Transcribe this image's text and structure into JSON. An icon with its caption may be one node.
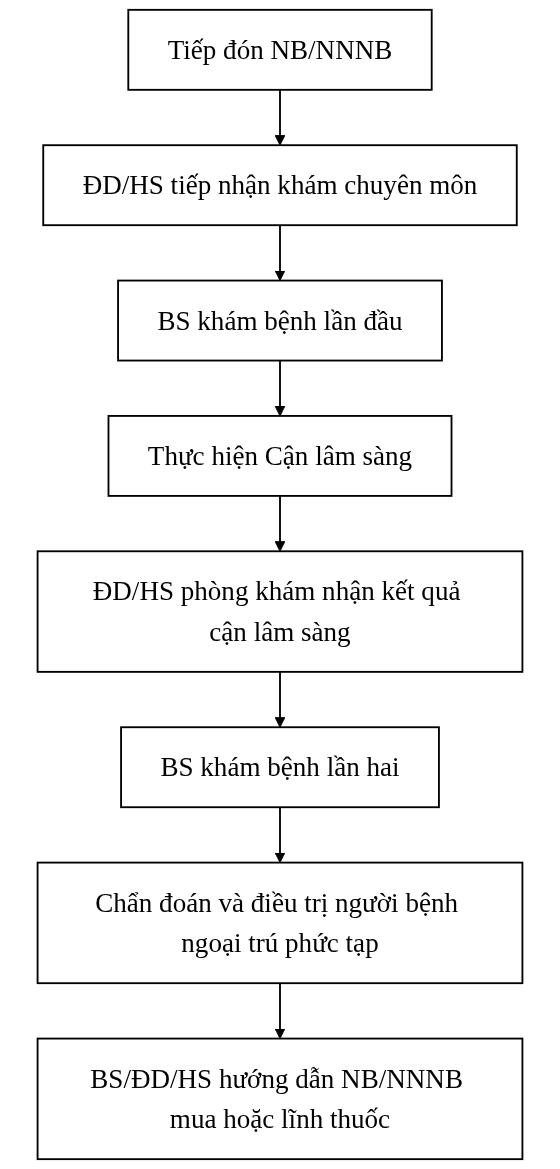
{
  "diagram": {
    "nodes": [
      {
        "text": [
          "Tiếp đón NB/NNNB"
        ]
      },
      {
        "text": [
          "ĐD/HS tiếp nhận khám chuyên môn"
        ]
      },
      {
        "text": [
          "BS khám bệnh lần đầu"
        ]
      },
      {
        "text": [
          "Thực hiện Cận lâm sàng"
        ]
      },
      {
        "text": [
          "ĐD/HS phòng khám nhận kết quả cận lâm sàng"
        ]
      },
      {
        "text": [
          "BS khám bệnh lần hai"
        ]
      },
      {
        "text": [
          "Chẩn đoán và điều trị người bệnh ngoại trú phức tạp"
        ]
      },
      {
        "text": [
          "BS/ĐD/HS hướng dẫn NB/NNNB mua hoặc lĩnh thuốc"
        ]
      }
    ],
    "edges": [
      {
        "from": 0,
        "to": 1,
        "arrow": "to"
      },
      {
        "from": 1,
        "to": 2,
        "arrow": "to"
      },
      {
        "from": 2,
        "to": 3,
        "arrow": "to"
      },
      {
        "from": 3,
        "to": 4,
        "arrow": "to"
      },
      {
        "from": 4,
        "to": 5,
        "arrow": "to"
      },
      {
        "from": 5,
        "to": 6,
        "arrow": "to"
      },
      {
        "from": 6,
        "to": 7,
        "arrow": "to"
      }
    ]
  }
}
